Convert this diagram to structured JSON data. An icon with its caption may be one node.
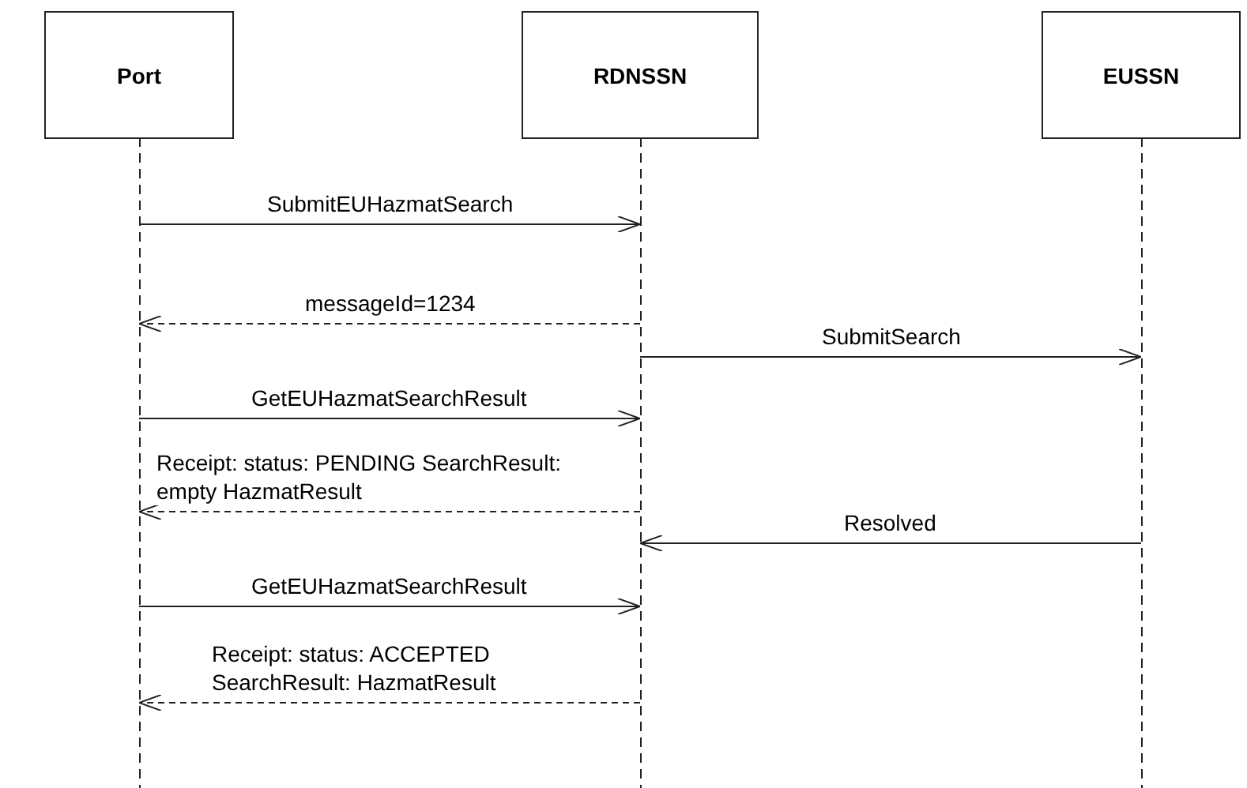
{
  "diagram": {
    "nodes": [
      {
        "text": [
          "Port"
        ]
      },
      {
        "text": [
          "RDNSSN"
        ]
      },
      {
        "text": [
          "EUSSN"
        ]
      }
    ],
    "edges": [
      {
        "from": 0,
        "to": 1,
        "arrow": "to",
        "label": "SubmitEUHazmatSearch"
      },
      {
        "from": 1,
        "to": 0,
        "arrow": "to",
        "label": "messageId=1234",
        "style": "dashed"
      },
      {
        "from": 1,
        "to": 2,
        "arrow": "to",
        "label": "SubmitSearch"
      },
      {
        "from": 0,
        "to": 1,
        "arrow": "to",
        "label": "GetEUHazmatSearchResult"
      },
      {
        "from": 1,
        "to": 0,
        "arrow": "to",
        "label": "Receipt: status: PENDING SearchResult: empty HazmatResult",
        "style": "dashed"
      },
      {
        "from": 2,
        "to": 1,
        "arrow": "to",
        "label": "Resolved"
      },
      {
        "from": 0,
        "to": 1,
        "arrow": "to",
        "label": "GetEUHazmatSearchResult"
      },
      {
        "from": 1,
        "to": 0,
        "arrow": "to",
        "label": "Receipt: status: ACCEPTED SearchResult: HazmatResult",
        "style": "dashed"
      }
    ]
  }
}
